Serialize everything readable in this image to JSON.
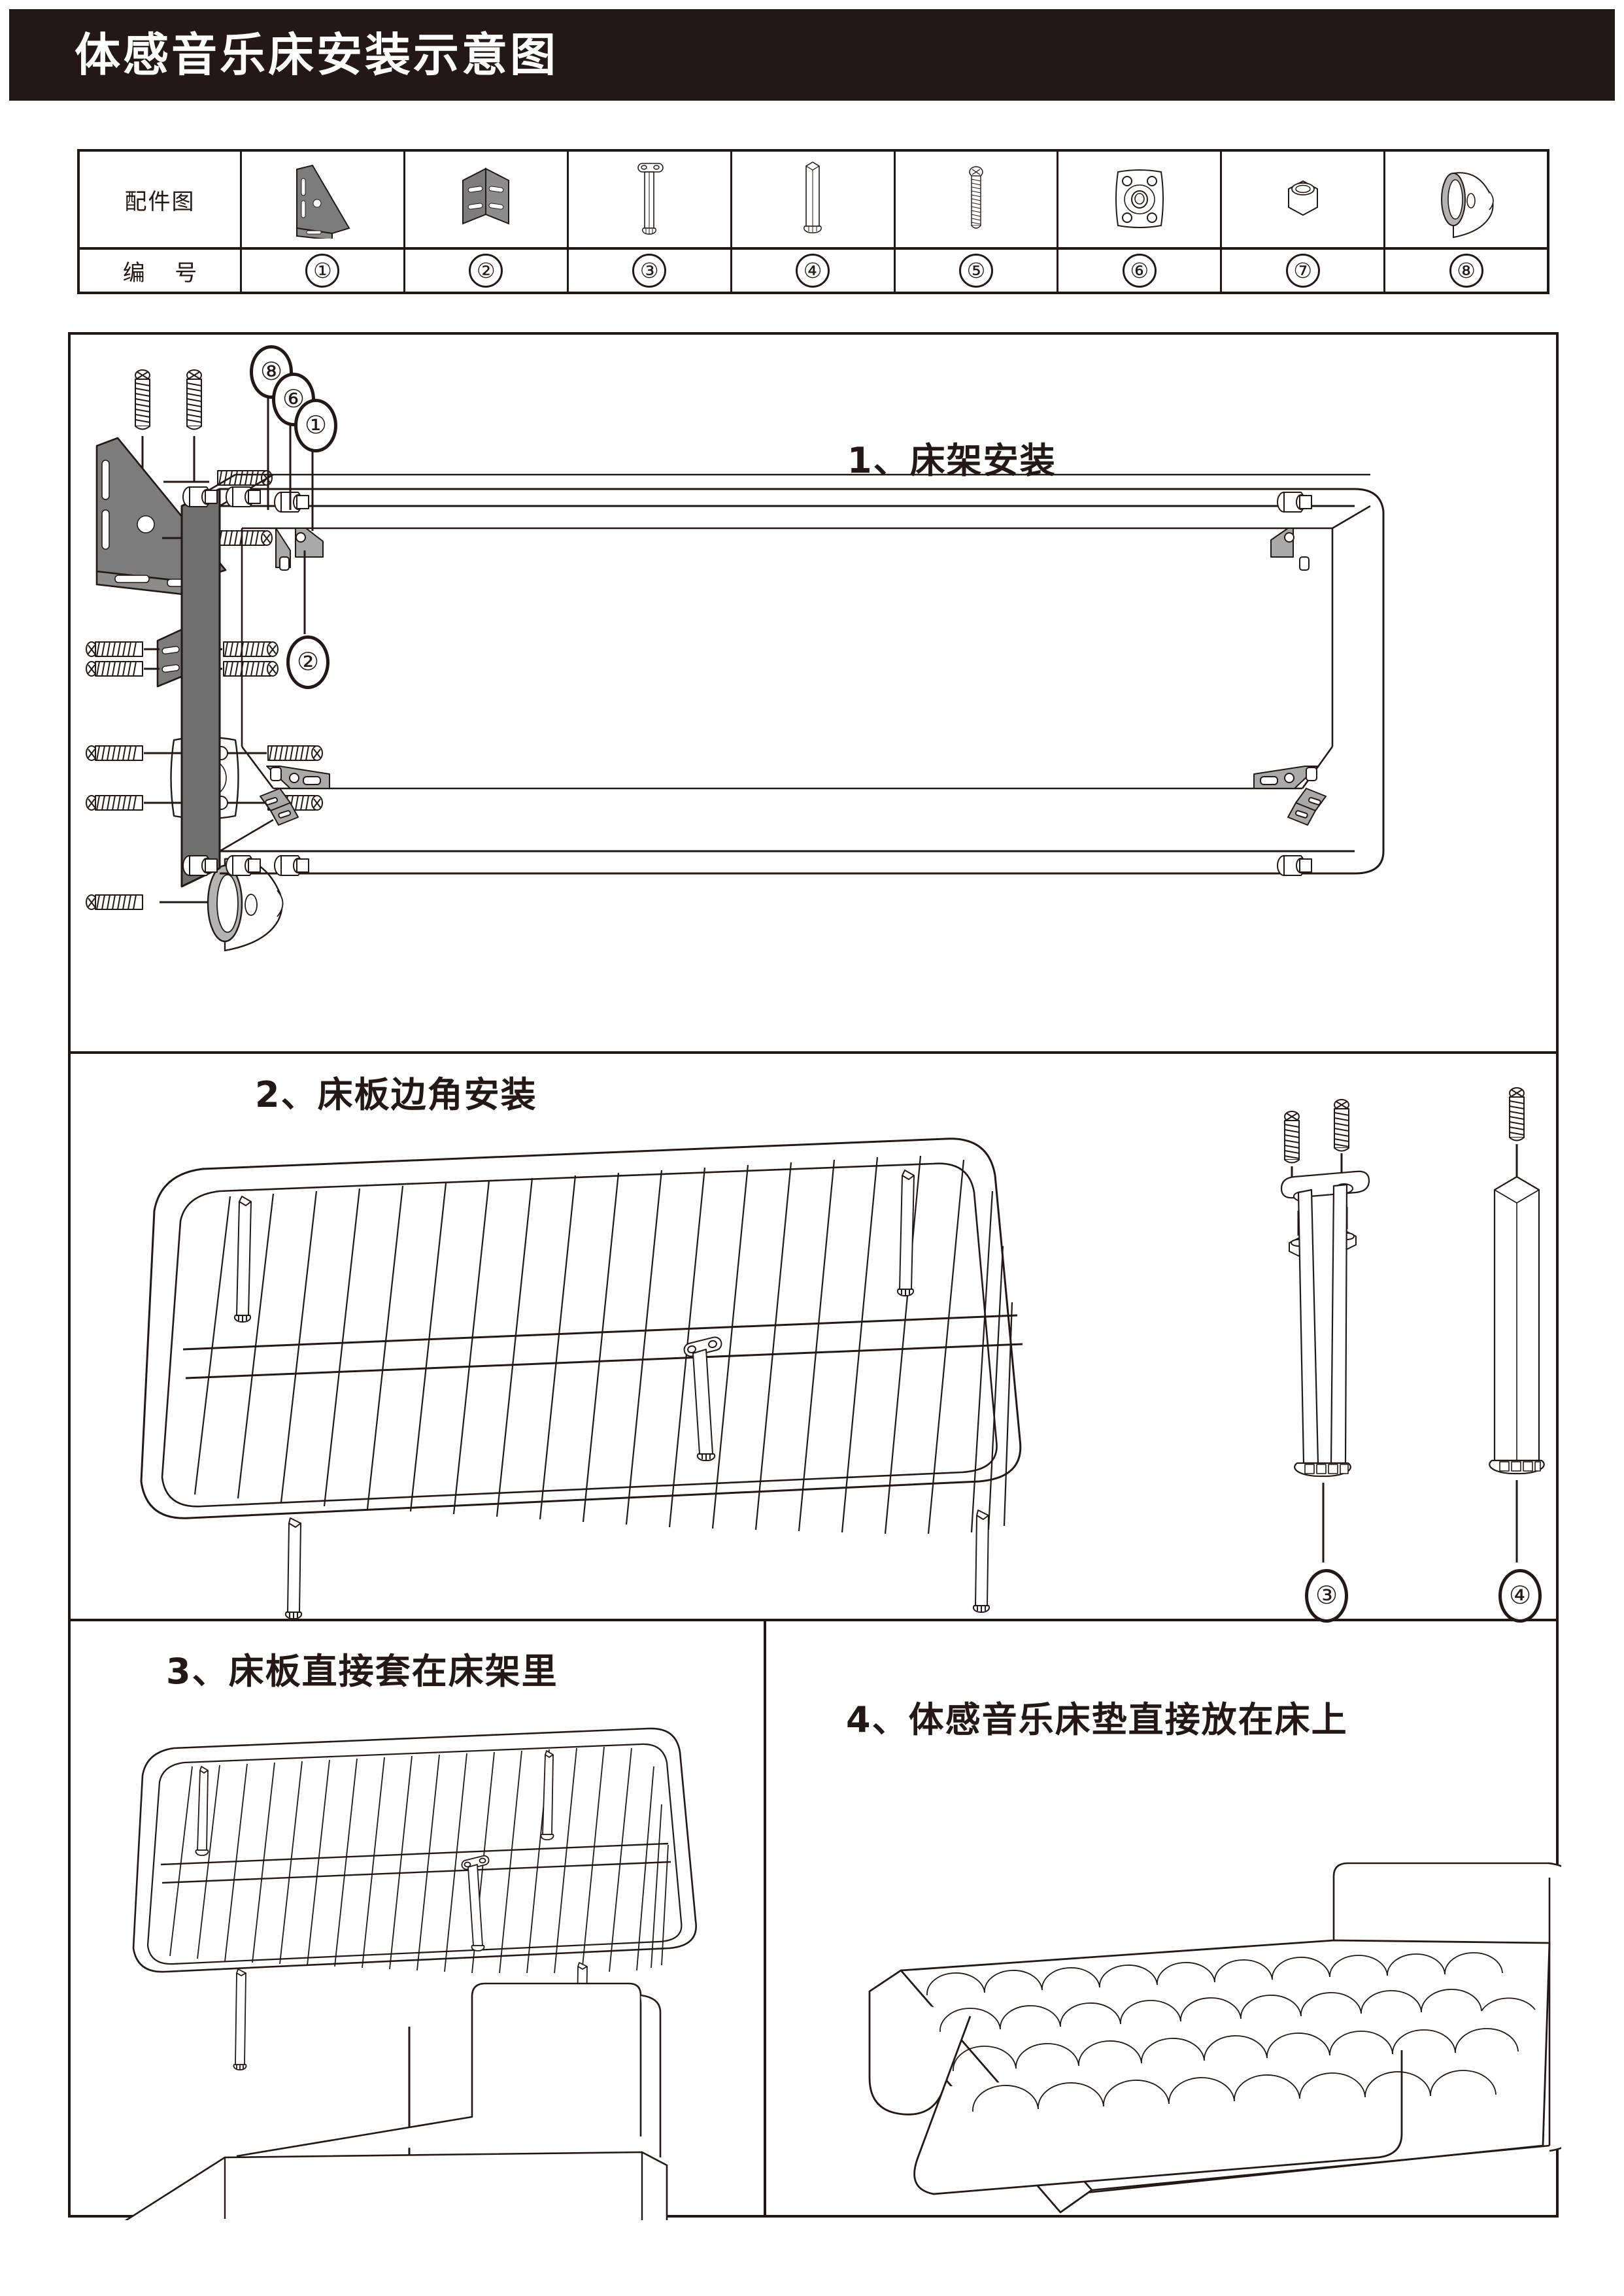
{
  "header": {
    "title": "体感音乐床安装示意图"
  },
  "parts_table": {
    "row_labels": {
      "parts_diagram": "配件图",
      "number": "编  号"
    },
    "items": [
      {
        "number": "①",
        "icon": "corner-bracket-triangle-icon"
      },
      {
        "number": "②",
        "icon": "angle-bracket-icon"
      },
      {
        "number": "③",
        "icon": "leg-with-plate-icon"
      },
      {
        "number": "④",
        "icon": "leg-square-icon"
      },
      {
        "number": "⑤",
        "icon": "screw-icon"
      },
      {
        "number": "⑥",
        "icon": "square-flange-plate-icon"
      },
      {
        "number": "⑦",
        "icon": "hex-nut-icon"
      },
      {
        "number": "⑧",
        "icon": "cone-bushing-icon"
      }
    ]
  },
  "steps": [
    {
      "id": "step-1",
      "title": "1、床架安装",
      "callouts": [
        "⑧",
        "⑥",
        "①",
        "②"
      ]
    },
    {
      "id": "step-2",
      "title": "2、床板边角安装",
      "callouts": [
        "③",
        "④"
      ]
    },
    {
      "id": "step-3",
      "title": "3、床板直接套在床架里",
      "callouts": []
    },
    {
      "id": "step-4",
      "title": "4、体感音乐床垫直接放在床上",
      "callouts": []
    }
  ],
  "colors": {
    "ink": "#231815",
    "header_bg": "#231815",
    "header_text": "#ffffff",
    "metal_gray": "#7c7c7c",
    "light_gray": "#b3b3b3",
    "page_bg": "#ffffff"
  }
}
